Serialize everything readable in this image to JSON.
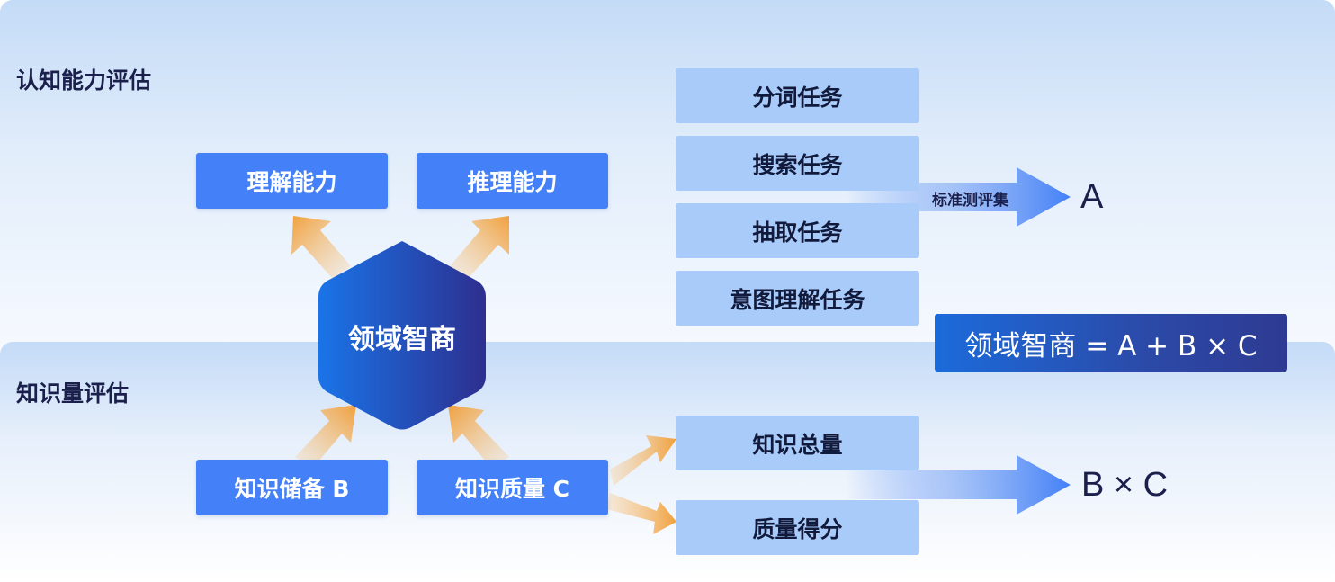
{
  "sections": {
    "cognitive": "认知能力评估",
    "knowledge": "知识量评估"
  },
  "center": "领域智商",
  "abilities": {
    "understanding": "理解能力",
    "reasoning": "推理能力"
  },
  "knowledge_boxes": {
    "reserve": "知识储备 B",
    "quality": "知识质量 C"
  },
  "tasks": [
    "分词任务",
    "搜索任务",
    "抽取任务",
    "意图理解任务"
  ],
  "benchmark_label": "标准测评集",
  "result_a": "A",
  "knowledge_metrics": [
    "知识总量",
    "质量得分"
  ],
  "result_bc": "B × C",
  "formula": "领域智商 = A + B × C",
  "colors": {
    "primary_box": "#4480f7",
    "light_box": "#a8cbfa",
    "arrow_orange": "#f1a03c",
    "hexagon_start": "#1a74e8",
    "hexagon_end": "#2d2f8f"
  }
}
